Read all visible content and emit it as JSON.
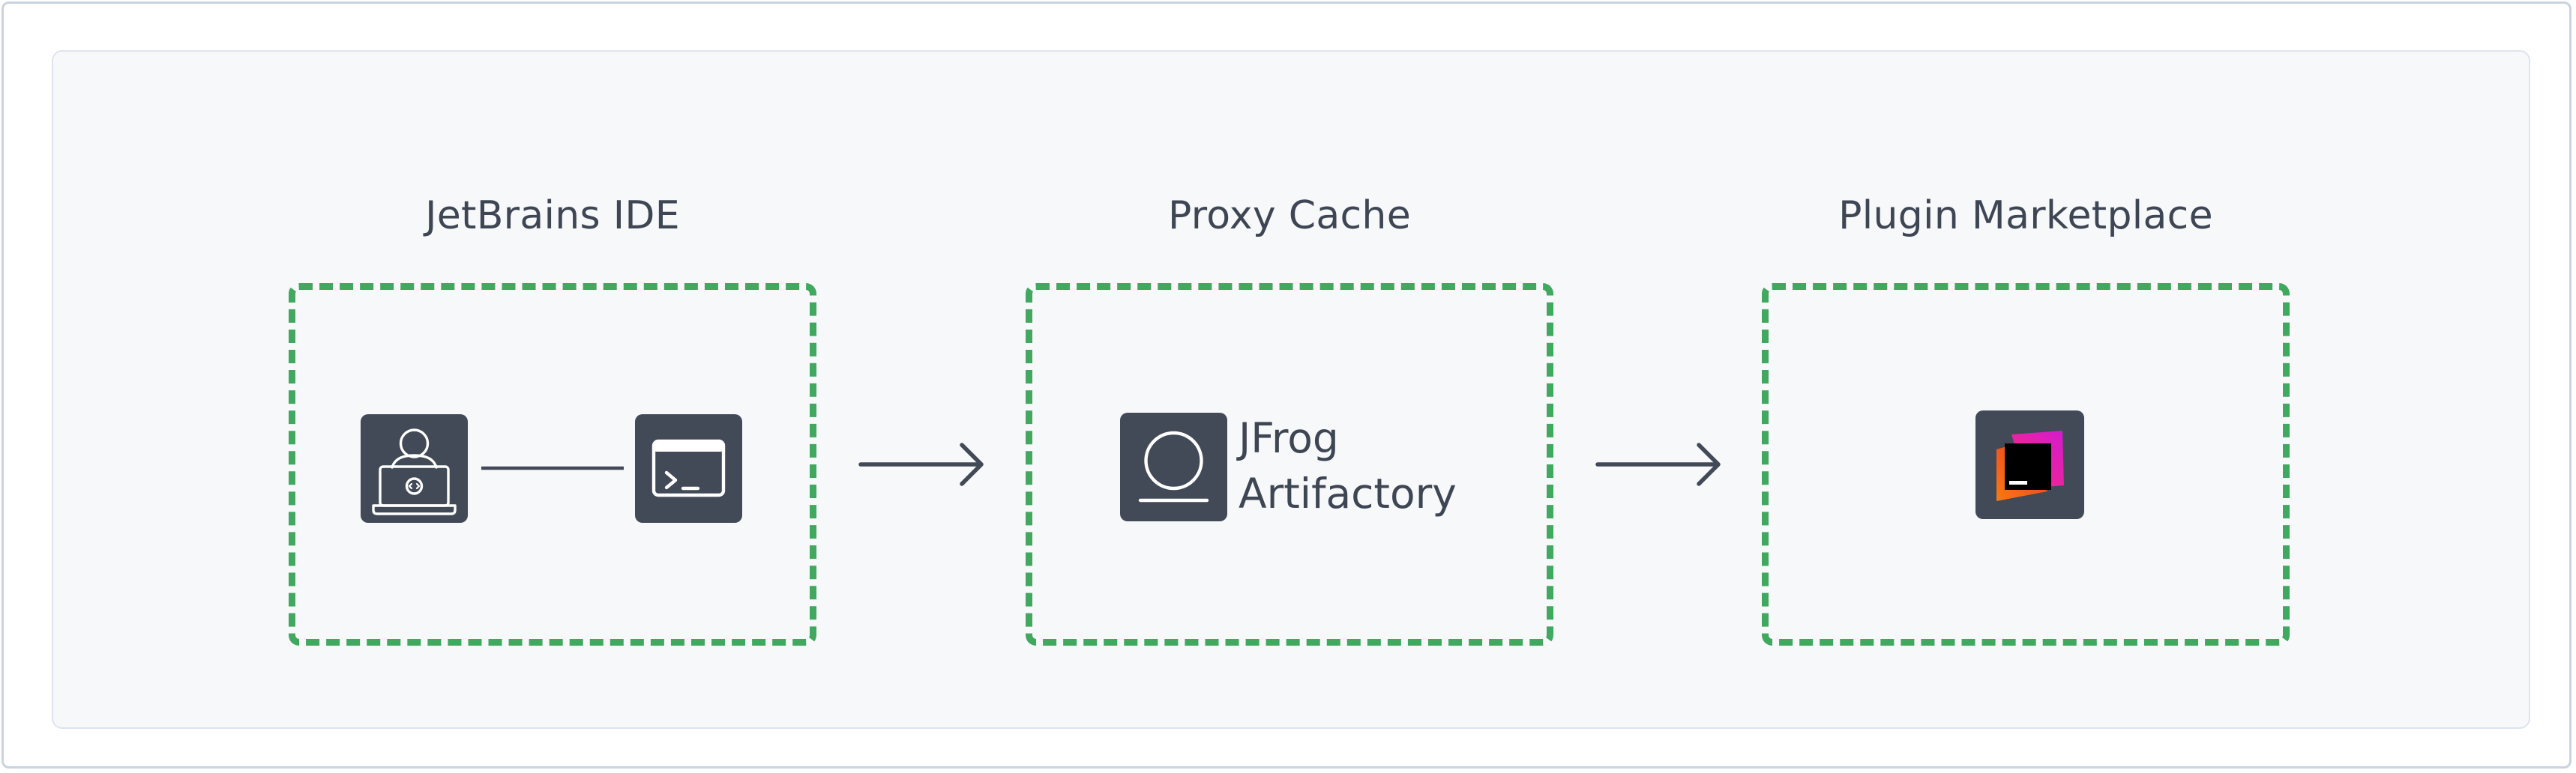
{
  "diagram": {
    "groups": [
      {
        "title": "JetBrains IDE",
        "nodes": [
          {
            "icon": "developer-laptop-icon"
          },
          {
            "icon": "terminal-window-icon"
          }
        ]
      },
      {
        "title": "Proxy Cache",
        "nodes": [
          {
            "icon": "artifactory-icon",
            "label_line1": "JFrog",
            "label_line2": "Artifactory"
          }
        ]
      },
      {
        "title": "Plugin Marketplace",
        "nodes": [
          {
            "icon": "jetbrains-logo-icon"
          }
        ]
      }
    ],
    "edges": [
      {
        "from": "developer-laptop-icon",
        "to": "terminal-window-icon",
        "style": "line"
      },
      {
        "from": "JetBrains IDE",
        "to": "Proxy Cache",
        "style": "arrow"
      },
      {
        "from": "Proxy Cache",
        "to": "Plugin Marketplace",
        "style": "arrow"
      }
    ],
    "colors": {
      "group_border": "#41a85f",
      "tile": "#434a57",
      "text": "#3e4654",
      "background": "#f7f8fa"
    }
  }
}
